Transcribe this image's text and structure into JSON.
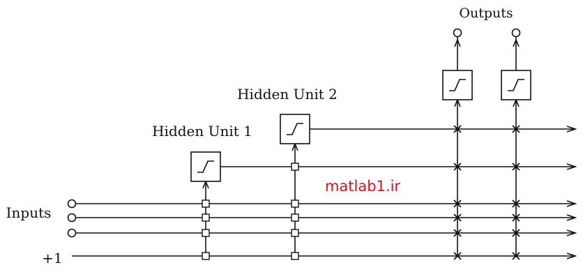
{
  "labels": {
    "outputs": "Outputs",
    "hidden_unit_2": "Hidden Unit 2",
    "hidden_unit_1": "Hidden Unit 1",
    "inputs": "Inputs",
    "bias": "+1"
  },
  "watermark": {
    "text": "matlab1.ir",
    "color": "#e0101a"
  },
  "colors": {
    "line": "#111111",
    "background": "#ffffff"
  },
  "icons": {
    "unit_box": "sigmoid-step-icon",
    "input_node": "open-circle-icon",
    "weight_trainable": "small-square-icon",
    "weight_frozen": "cross-icon",
    "arrow": "arrowhead-icon"
  }
}
